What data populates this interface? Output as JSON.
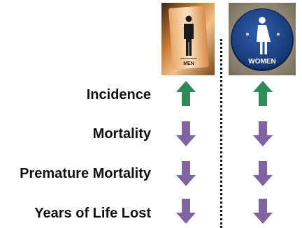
{
  "signs": {
    "men": {
      "label": "MEN",
      "icon": "man-restroom-sign-icon"
    },
    "women": {
      "label": "WOMEN",
      "icon": "woman-restroom-sign-icon"
    }
  },
  "colors": {
    "up_arrow": "#2e8b57",
    "down_arrow": "#8064a2",
    "divider": "#111111",
    "men_sign": "#e8a060",
    "women_sign": "#1f4e9c"
  },
  "rows": [
    {
      "label": "Incidence",
      "men": "up",
      "women": "up"
    },
    {
      "label": "Mortality",
      "men": "down",
      "women": "down"
    },
    {
      "label": "Premature Mortality",
      "men": "down",
      "women": "down"
    },
    {
      "label": "Years of Life Lost",
      "men": "down",
      "women": "down"
    }
  ]
}
